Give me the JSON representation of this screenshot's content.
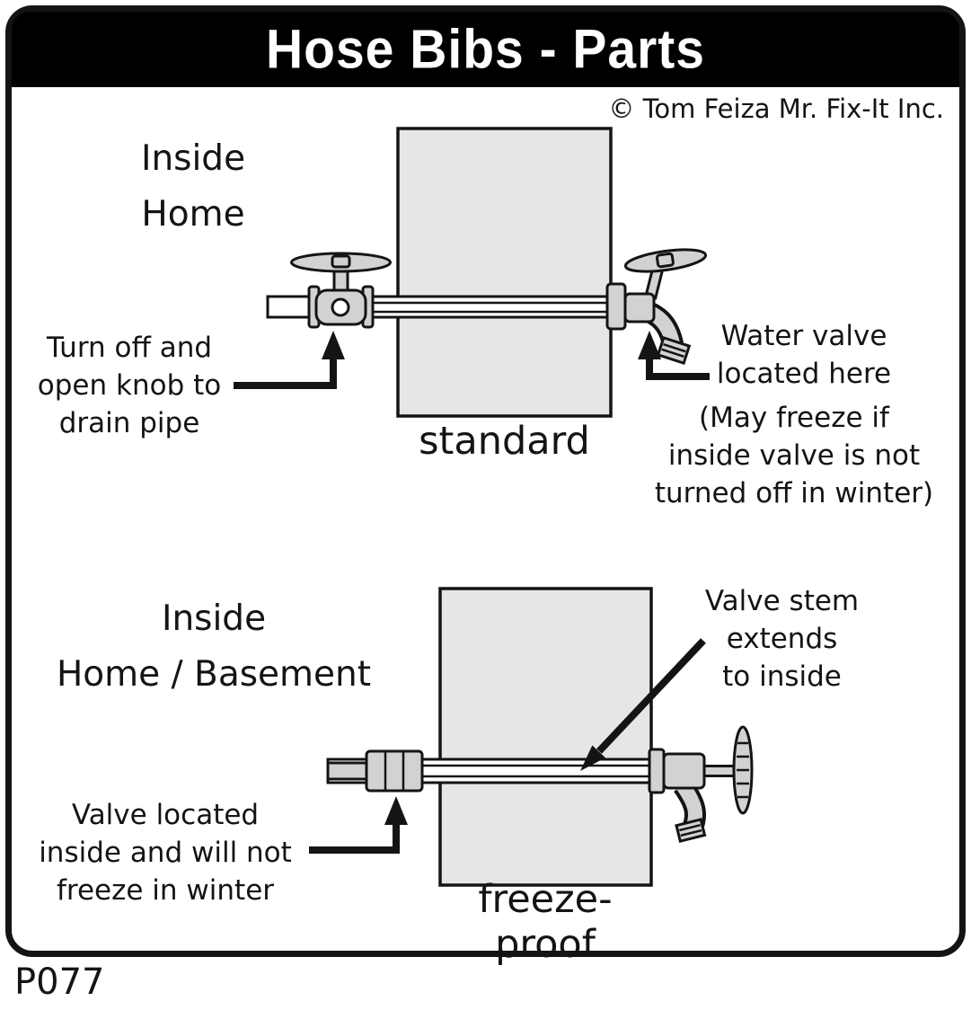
{
  "title": "Hose Bibs - Parts",
  "copyright": "© Tom Feiza Mr. Fix-It Inc.",
  "code": "P077",
  "colors": {
    "line": "#141414",
    "wall_fill": "#e6e6e6",
    "metal_fill": "#d2d2d2",
    "title_bg": "#000000",
    "title_fg": "#ffffff"
  },
  "standard": {
    "location": {
      "line1": "Inside",
      "line2": "Home"
    },
    "caption": "standard",
    "drain_note": {
      "line1": "Turn off and",
      "line2": "open knob to",
      "line3": "drain pipe"
    },
    "valve_note": {
      "line1": "Water valve",
      "line2": "located here"
    },
    "freeze_warning": {
      "line1": "(May freeze if",
      "line2": "inside valve is not",
      "line3": "turned off in winter)"
    }
  },
  "freeze_proof": {
    "location": {
      "line1": "Inside",
      "line2": "Home / Basement"
    },
    "caption": "freeze-proof",
    "stem_note": {
      "line1": "Valve stem",
      "line2": "extends",
      "line3": "to inside"
    },
    "valve_note": {
      "line1": "Valve located",
      "line2": "inside and will not",
      "line3": "freeze in winter"
    }
  }
}
